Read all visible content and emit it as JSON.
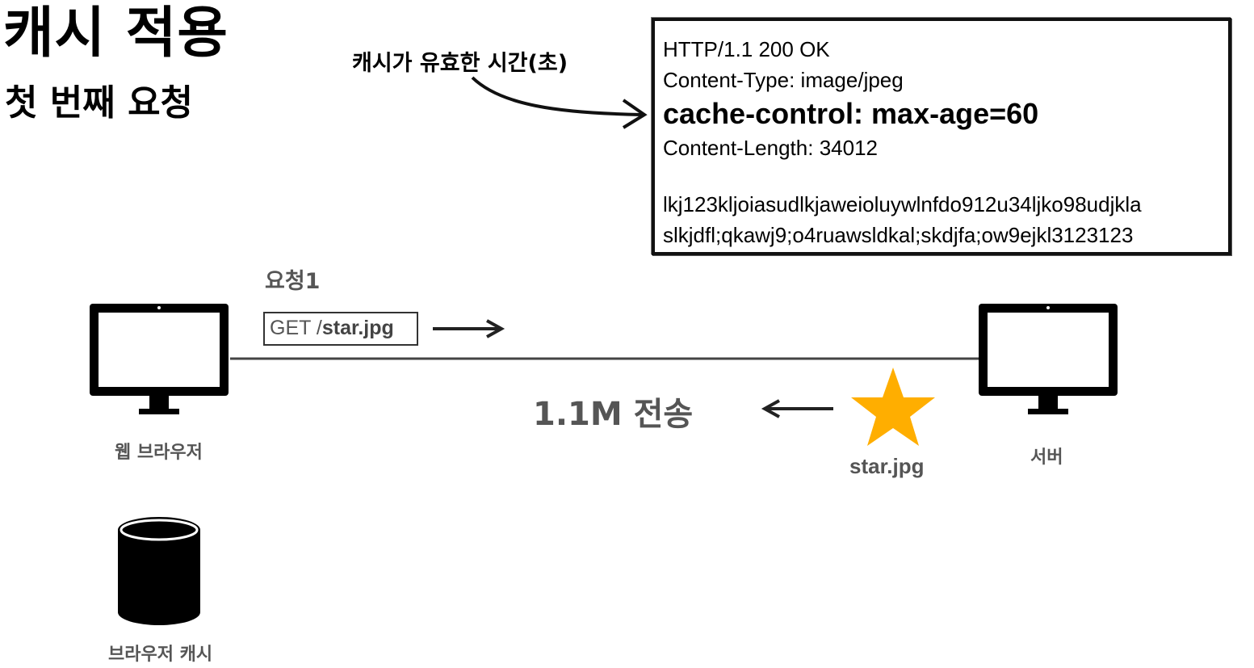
{
  "title": "캐시 적용",
  "subtitle": "첫 번째 요청",
  "annotation": "캐시가 유효한 시간(초)",
  "response": {
    "status_line": "HTTP/1.1 200 OK",
    "content_type": "Content-Type: image/jpeg",
    "cache_control": "cache-control: max-age=60",
    "content_length": "Content-Length: 34012",
    "body_line1": "lkj123kljoiasudlkjaweioluywlnfdo912u34ljko98udjkla",
    "body_line2": "slkjdfl;qkawj9;o4ruawsldkal;skdjfa;ow9ejkl3123123"
  },
  "request": {
    "label": "요청1",
    "method": "GET /",
    "path": "star.jpg"
  },
  "transfer_label": "1.1M 전송",
  "star_file_label": "star.jpg",
  "client_label": "웹 브라우저",
  "server_label": "서버",
  "cache_label": "브라우저 캐시",
  "colors": {
    "star": "#FFAE00",
    "text_gray": "#555555"
  }
}
